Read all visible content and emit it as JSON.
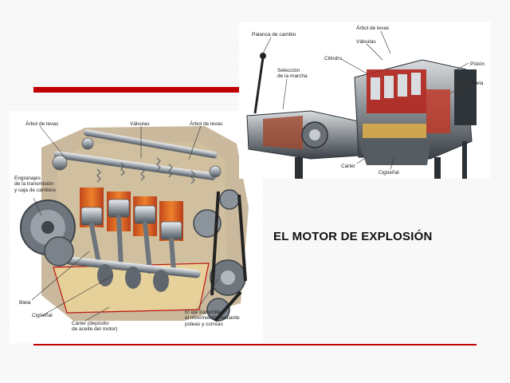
{
  "slide": {
    "title": "EL MOTOR DE EXPLOSIÓN",
    "accent_color": "#c00000"
  },
  "left_figure": {
    "labels": {
      "arbol_levas_left": "Árbol de levas",
      "valvulas": "Válvulas",
      "arbol_levas_right": "Árbol de levas",
      "engranajes": "Engranajes\nde la transmisión\ny caja de cambios",
      "biela": "Biela",
      "ciguenal": "Cigüeñal",
      "carter": "Cárter (depósito\nde aceite del motor)",
      "eje": "El eje transmite\nel movimiento mediante\npoleas y correas"
    }
  },
  "right_figure": {
    "labels": {
      "palanca": "Palanca de cambio",
      "arbol_levas": "Árbol de levas",
      "valvulas": "Válvulas",
      "cilindro": "Cilindro",
      "piston": "Pistón",
      "seleccion": "Selección\nde la marcha",
      "biela": "Biela",
      "carter": "Cárter",
      "ciguenal": "Cigüeñal"
    }
  }
}
